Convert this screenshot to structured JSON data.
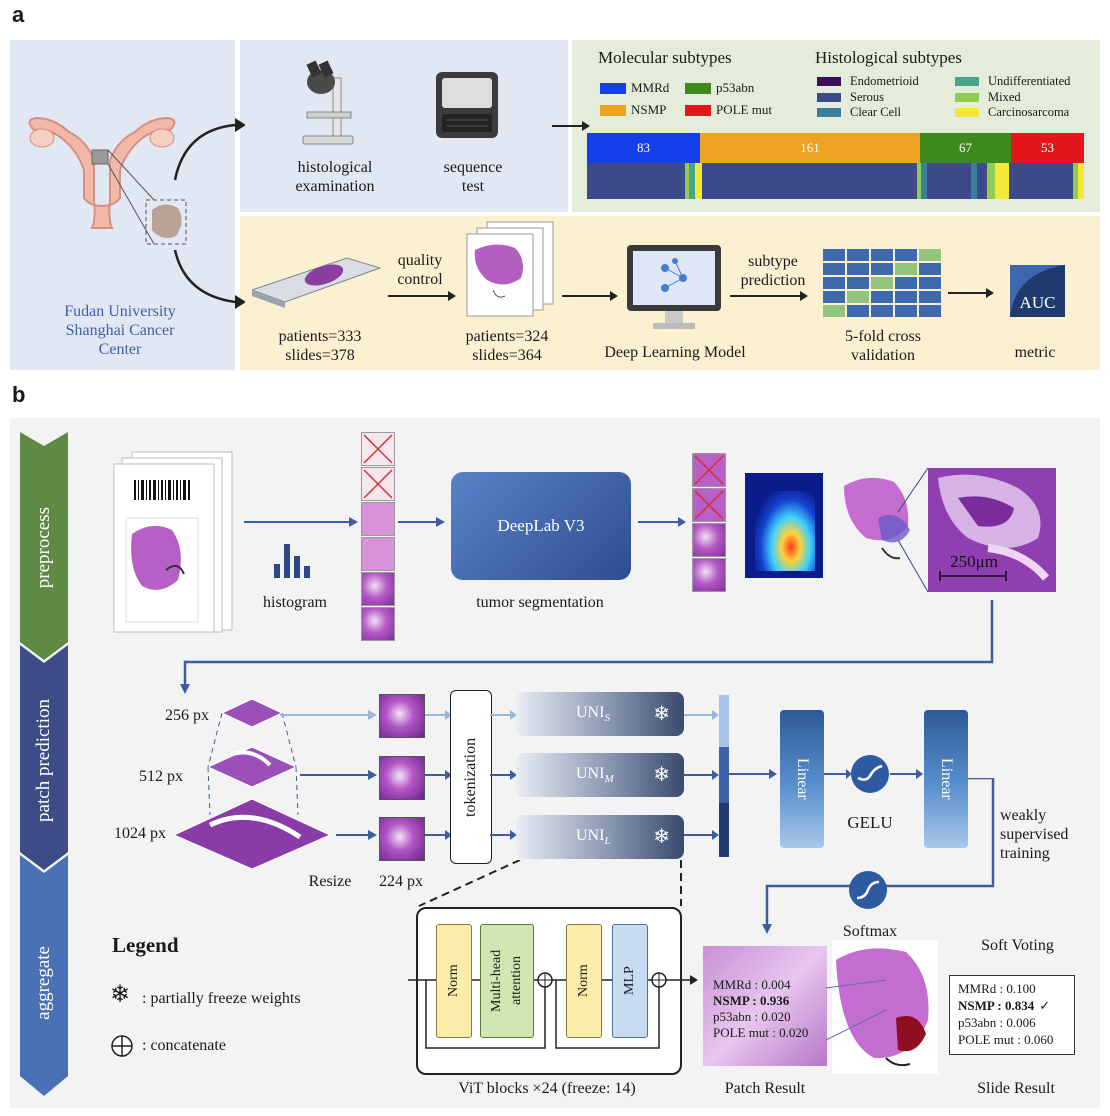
{
  "panel_a": {
    "letter": "a",
    "institution": "Fudan University\nShanghai Cancer\nCenter",
    "histological_examination": "histological\nexamination",
    "sequence_test": "sequence\ntest",
    "molecular_title": "Molecular subtypes",
    "histological_title": "Histological subtypes",
    "molecular_legend": [
      {
        "label": "MMRd",
        "color": "#1340e8"
      },
      {
        "label": "p53abn",
        "color": "#3f8a1d"
      },
      {
        "label": "NSMP",
        "color": "#efa323"
      },
      {
        "label": "POLE mut",
        "color": "#e3161c"
      }
    ],
    "histological_legend": [
      {
        "label": "Endometrioid",
        "color": "#3a0f5a"
      },
      {
        "label": "Undifferentiated",
        "color": "#4ba58e"
      },
      {
        "label": "Serous",
        "color": "#3d4a8a"
      },
      {
        "label": "Mixed",
        "color": "#8fcc4f"
      },
      {
        "label": "Clear Cell",
        "color": "#3b7f9a"
      },
      {
        "label": "Carcinosarcoma",
        "color": "#f3e83a"
      }
    ],
    "molecular_counts": [
      {
        "label": "83",
        "value": 83,
        "color": "#1340e8"
      },
      {
        "label": "161",
        "value": 161,
        "color": "#efa323"
      },
      {
        "label": "67",
        "value": 67,
        "color": "#3f8a1d"
      },
      {
        "label": "53",
        "value": 53,
        "color": "#e3161c"
      }
    ],
    "patients_raw": "patients=333\nslides=378",
    "quality_control": "quality\ncontrol",
    "patients_qc": "patients=324\nslides=364",
    "deep_learning_model": "Deep Learning Model",
    "subtype_prediction": "subtype\nprediction",
    "cross_validation": "5-fold cross\nvalidation",
    "auc": "AUC",
    "metric": "metric"
  },
  "panel_b": {
    "letter": "b",
    "stages": [
      "preprocess",
      "patch prediction",
      "aggregate"
    ],
    "histogram": "histogram",
    "deeplab": "DeepLab V3",
    "tumor_segmentation": "tumor segmentation",
    "scale_bar": "250μm",
    "px_256": "256 px",
    "px_512": "512 px",
    "px_1024": "1024 px",
    "resize": "Resize",
    "px_224": "224 px",
    "tokenization": "tokenization",
    "uni_base": "UNI",
    "uni_subs": [
      "S",
      "M",
      "L"
    ],
    "snowflake": "❄",
    "linear": "Linear",
    "gelu": "GELU",
    "weakly": "weakly\nsupervised\ntraining",
    "softmax": "Softmax",
    "soft_voting": "Soft Voting",
    "legend_title": "Legend",
    "legend_freeze": ": partially freeze weights",
    "legend_concat": ": concatenate",
    "vit_blocks": [
      "Norm",
      "Multi-head\nattention",
      "Norm",
      "MLP"
    ],
    "vit_caption": "ViT blocks ×24 (freeze: 14)",
    "patch_result_title": "Patch Result",
    "patch_result": [
      "MMRd : 0.004",
      "NSMP : 0.936",
      "p53abn : 0.020",
      "POLE mut : 0.020"
    ],
    "slide_result_title": "Slide Result",
    "slide_result": [
      "MMRd : 0.100",
      "NSMP : 0.834",
      "p53abn : 0.006",
      "POLE mut : 0.060"
    ],
    "checkmark": "✓"
  }
}
